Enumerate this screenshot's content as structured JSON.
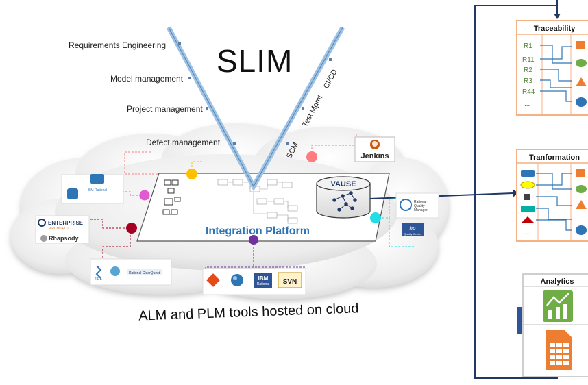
{
  "slim": {
    "title": "SLIM",
    "left_labels": [
      "Requirements Engineering",
      "Model management",
      "Project management",
      "Defect management"
    ],
    "right_labels": [
      "SCM",
      "Test Mgmt",
      "CI/CD"
    ]
  },
  "platform": {
    "label": "Integration Platform",
    "vause_label": "VAUSE"
  },
  "tools": {
    "jenkins": "Jenkins",
    "enterprise_architect": "ENTERPRISE",
    "enterprise_architect_sub": "ARCHITECT",
    "rhapsody": "Rhapsody",
    "ibm_rational": "IBM Rational",
    "rational_quality_manager": [
      "Rational",
      "Quality",
      "Manager"
    ],
    "quality_center": "Quality Center",
    "hp": "hp",
    "jira": "JIRA",
    "clearquest": "Rational ClearQuest",
    "ibm": "IBM",
    "rational": "Rational",
    "svn": "SVN"
  },
  "cloud_caption": "ALM and PLM tools hosted on cloud",
  "right_panel": {
    "traceability": {
      "title": "Traceability",
      "rows": [
        "R1",
        "R11",
        "R2",
        "R3",
        "R44",
        "..."
      ]
    },
    "transformation": {
      "title": "Tranformation",
      "more": "..."
    },
    "analytics": {
      "title": "Analytics"
    }
  },
  "colors": {
    "funnel_blue": "#9cc3e6",
    "platform_label": "#2e75b6",
    "arrow_navy": "#1f3864",
    "panel_border": "#f4b183",
    "green_icon": "#70ad47",
    "orange_icon": "#ed7d31",
    "node_yellow": "#ffc000",
    "node_pink": "#ff7c80",
    "node_magenta": "#e05bd0",
    "node_darkred": "#a50021",
    "node_cyan": "#22dde8",
    "node_purple": "#7030a0"
  }
}
